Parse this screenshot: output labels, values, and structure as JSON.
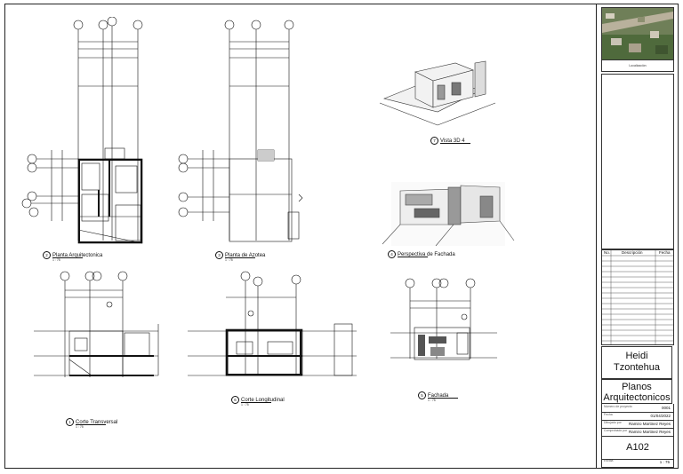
{
  "views": [
    {
      "id": "plan-arq",
      "num": "2",
      "title": "Planta Arquitectonica",
      "scale": "1 : 75"
    },
    {
      "id": "plan-azotea",
      "num": "3",
      "title": "Planta de Azotea",
      "scale": "1 : 75"
    },
    {
      "id": "vista3d",
      "num": "7",
      "title": "Vista 3D 4",
      "scale": ""
    },
    {
      "id": "perspectiva",
      "num": "4",
      "title": "Perspectiva de Fachada",
      "scale": ""
    },
    {
      "id": "corte-trans",
      "num": "1",
      "title": "Corte Transversal",
      "scale": "1 : 75"
    },
    {
      "id": "corte-long",
      "num": "6",
      "title": "Corte Longitudinal",
      "scale": "1 : 75"
    },
    {
      "id": "fachada",
      "num": "5",
      "title": "Fachada",
      "scale": "1 : 75"
    }
  ],
  "title_block": {
    "location_caption": "Localización",
    "rev_headers": {
      "no": "No.",
      "desc": "Descripción",
      "date": "Fecha"
    },
    "author": "Heidi Tzontehua",
    "project": "Planos Arquitectonicos",
    "fields": [
      {
        "label": "Número de proyecto",
        "value": "0001"
      },
      {
        "label": "Fecha",
        "value": "01/04/2022"
      },
      {
        "label": "Dibujado por",
        "value": "Ramiro Martinez Reyes"
      },
      {
        "label": "Comprobado por",
        "value": "Ramiro Martinez Reyes"
      }
    ],
    "sheet_number": "A102",
    "scale_label": "Escala",
    "scale_value": "1 : 75"
  }
}
